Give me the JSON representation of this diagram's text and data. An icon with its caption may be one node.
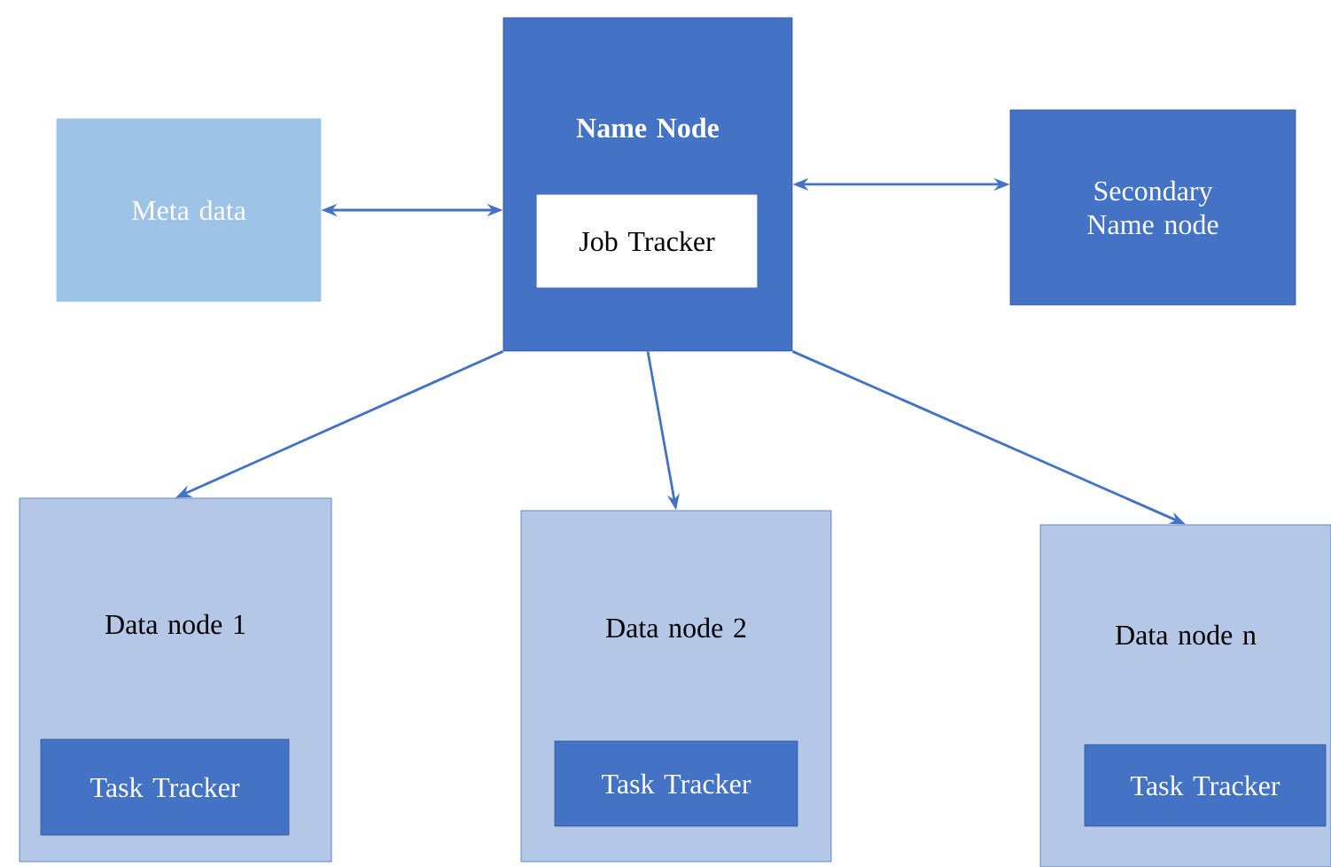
{
  "diagram": {
    "nodes": [
      {
        "text": [
          "Meta data"
        ]
      },
      {
        "text": [
          "Name Node"
        ]
      },
      {
        "text": [
          "Job Tracker"
        ],
        "in": 1
      },
      {
        "text": [
          "Secondary Name node"
        ]
      },
      {
        "text": [
          "Data node 1"
        ]
      },
      {
        "text": [
          "Task Tracker"
        ],
        "in": 4
      },
      {
        "text": [
          "Data node 2"
        ]
      },
      {
        "text": [
          "Task Tracker"
        ],
        "in": 6
      },
      {
        "text": [
          "Data node n"
        ]
      },
      {
        "text": [
          "Task Tracker"
        ],
        "in": 8
      }
    ],
    "edges": [
      {
        "from": 0,
        "to": 1,
        "arrow": "both"
      },
      {
        "from": 1,
        "to": 3,
        "arrow": "both"
      },
      {
        "from": 1,
        "to": 4,
        "arrow": "to"
      },
      {
        "from": 1,
        "to": 6,
        "arrow": "to"
      },
      {
        "from": 1,
        "to": 8,
        "arrow": "to"
      }
    ]
  }
}
